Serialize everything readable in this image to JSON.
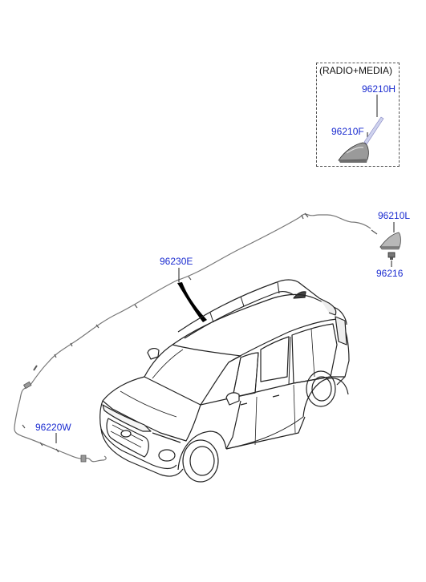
{
  "option": {
    "title": "(RADIO+MEDIA)",
    "labels": {
      "antenna_rod": "96210H",
      "antenna_base": "96210F"
    }
  },
  "labels": {
    "roof_antenna": "96210L",
    "nut": "96216",
    "main_cable": "96230E",
    "extension_cable": "96220W"
  },
  "colors": {
    "label_blue": "#1a2bd0",
    "line": "#222222",
    "cable": "#777777",
    "antenna_gray": "#8a8a8a"
  }
}
